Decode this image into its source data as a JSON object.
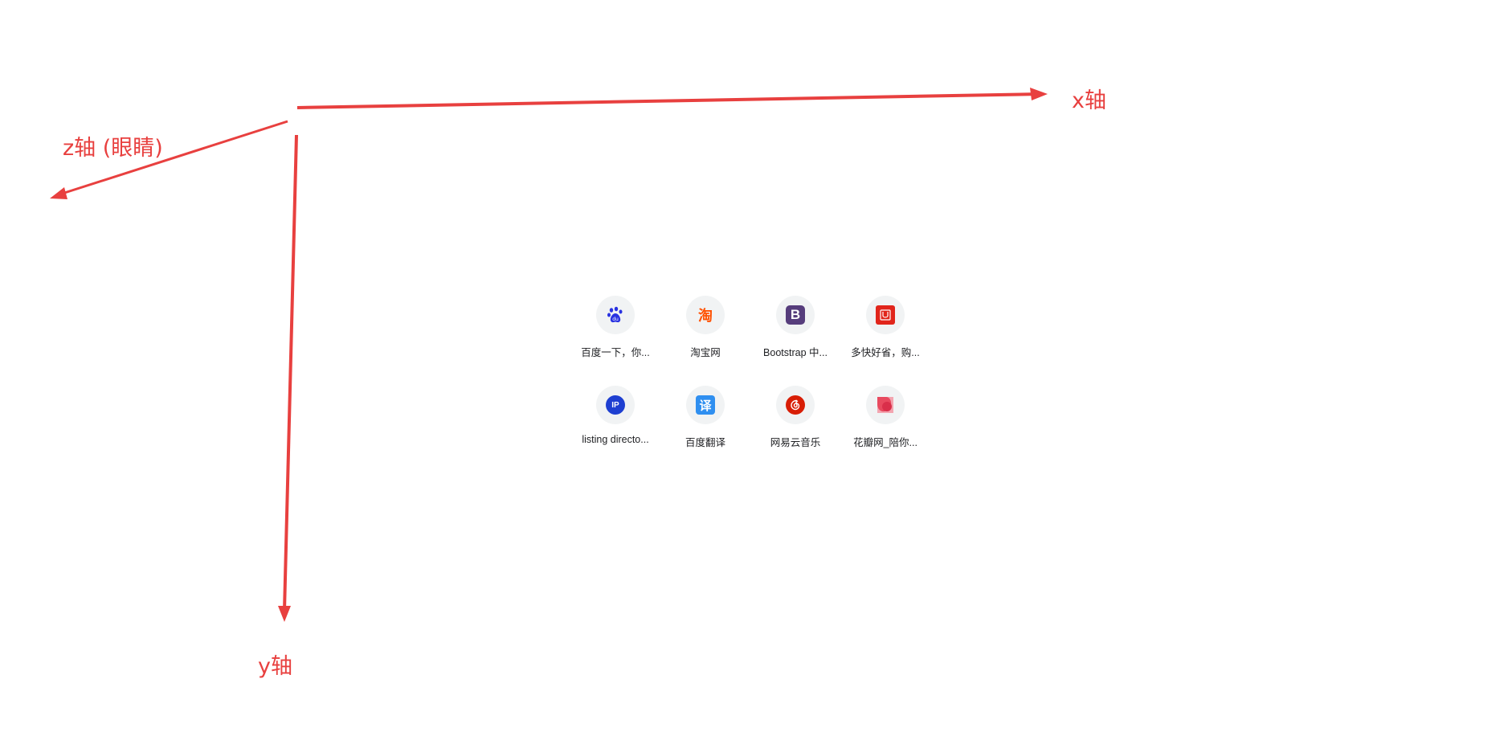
{
  "axes": {
    "x_label": "x轴",
    "y_label": "y轴",
    "z_label": "z轴 (眼睛)",
    "arrow_color": "#e8403f"
  },
  "shortcuts": [
    {
      "title": "百度一下，你...",
      "icon": "baidu-paw-icon",
      "color": "#2932e1"
    },
    {
      "title": "淘宝网",
      "icon": "taobao-icon",
      "icon_text": "淘",
      "color": "#ff5000"
    },
    {
      "title": "Bootstrap 中...",
      "icon": "bootstrap-icon",
      "icon_text": "B",
      "color": "#563d7c"
    },
    {
      "title": "多快好省，购...",
      "icon": "jd-icon",
      "color": "#e1251b"
    },
    {
      "title": "listing directo...",
      "icon": "ip-icon",
      "icon_text": "IP",
      "color": "#1e3fd1"
    },
    {
      "title": "百度翻译",
      "icon": "baidu-translate-icon",
      "icon_text": "译",
      "color": "#2f8ff0"
    },
    {
      "title": "网易云音乐",
      "icon": "netease-music-icon",
      "color": "#d81e06"
    },
    {
      "title": "花瓣网_陪你...",
      "icon": "huaban-icon",
      "color": "#e84a5f"
    }
  ]
}
